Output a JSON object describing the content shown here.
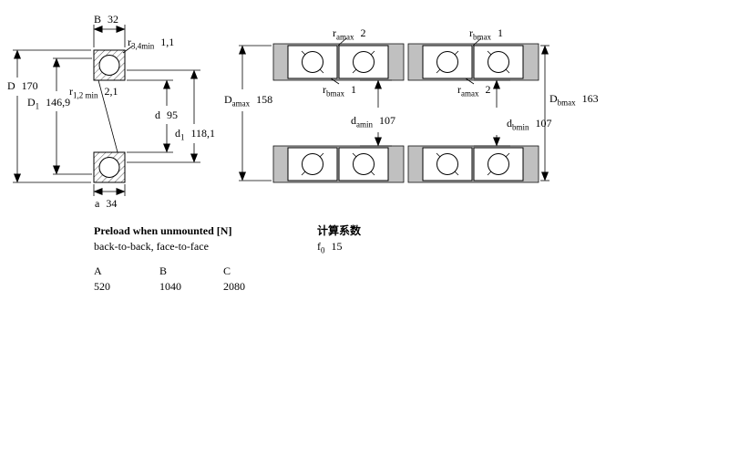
{
  "dims": {
    "B": {
      "sym": "B",
      "sub": "",
      "value": "32"
    },
    "r34": {
      "sym": "r",
      "sub": "3,4min",
      "value": "1,1"
    },
    "D": {
      "sym": "D",
      "sub": "",
      "value": "170"
    },
    "D1": {
      "sym": "D",
      "sub": "1",
      "value": "146,9"
    },
    "r12": {
      "sym": "r",
      "sub": "1,2 min",
      "value": "2,1"
    },
    "d": {
      "sym": "d",
      "sub": "",
      "value": "95"
    },
    "d1": {
      "sym": "d",
      "sub": "1",
      "value": "118,1"
    },
    "a": {
      "sym": "a",
      "sub": "",
      "value": "34"
    },
    "ramax_bb": {
      "sym": "r",
      "sub": "amax",
      "value": "2"
    },
    "rbmax_bb": {
      "sym": "r",
      "sub": "bmax",
      "value": "1"
    },
    "Damax": {
      "sym": "D",
      "sub": "amax",
      "value": "158"
    },
    "damin": {
      "sym": "d",
      "sub": "amin",
      "value": "107"
    },
    "rbmax_ff": {
      "sym": "r",
      "sub": "bmax",
      "value": "1"
    },
    "ramax_ff": {
      "sym": "r",
      "sub": "amax",
      "value": "2"
    },
    "Dbmax": {
      "sym": "D",
      "sub": "bmax",
      "value": "163"
    },
    "dbmin": {
      "sym": "d",
      "sub": "bmin",
      "value": "107"
    }
  },
  "notes": {
    "preload_title": "Preload when unmounted [N]",
    "preload_subtitle": "back-to-back, face-to-face",
    "calc_title": "计算系数",
    "f0": {
      "sym": "f",
      "sub": "0",
      "value": "15"
    }
  },
  "table": {
    "headers": [
      "A",
      "B",
      "C"
    ],
    "values": [
      "520",
      "1040",
      "2080"
    ]
  },
  "colors": {
    "line": "#000000",
    "shoulder_grey": "#c0c0c0"
  }
}
